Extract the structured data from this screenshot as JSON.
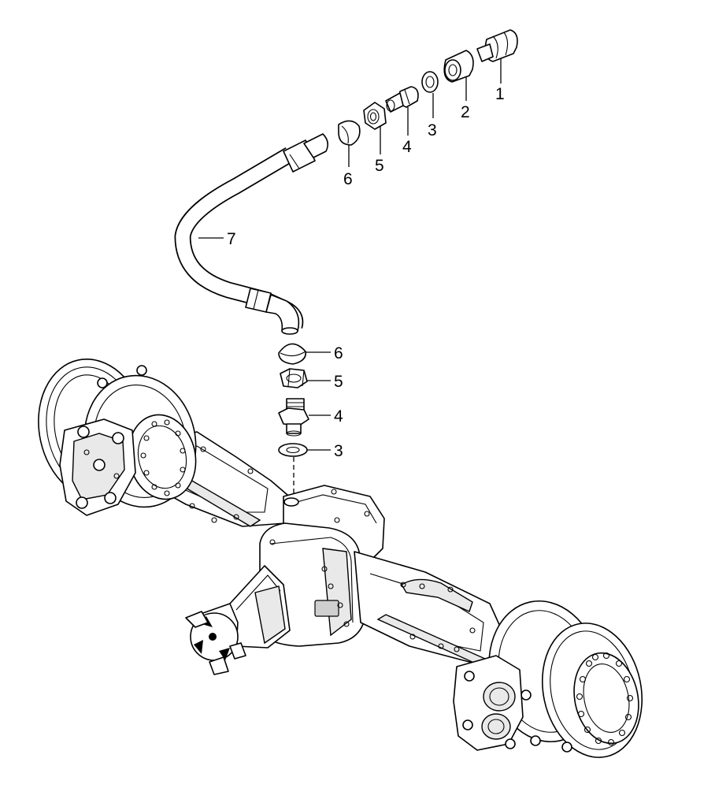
{
  "callouts": {
    "top_1": "1",
    "top_2": "2",
    "top_3": "3",
    "top_4": "4",
    "top_5": "5",
    "top_6": "6",
    "hose_7": "7",
    "mid_6": "6",
    "mid_5": "5",
    "mid_4": "4",
    "mid_3": "3"
  },
  "colors": {
    "line": "#000000",
    "background": "#ffffff",
    "shade": "#e9e9e9"
  }
}
